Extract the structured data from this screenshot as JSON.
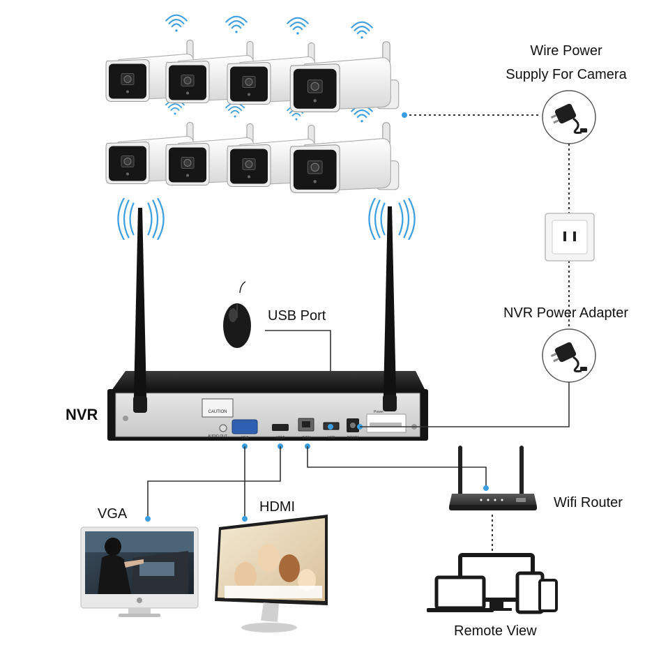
{
  "labels": {
    "wire_power_line1": "Wire Power",
    "wire_power_line2": "Supply For Camera",
    "usb_port": "USB Port",
    "nvr_power_adapter": "NVR Power Adapter",
    "nvr": "NVR",
    "wifi_router": "Wifi Router",
    "vga": "VGA",
    "hdmi": "HDMI",
    "remote_view": "Remote View"
  },
  "nvr_panel": {
    "caution": "CAUTION",
    "audio_out": "AUDIO OUT",
    "vga_port": "VGA",
    "hdmi_port": "HDMI",
    "wan_port": "WAN",
    "usb_port": "USB",
    "dc_port": "DC12V",
    "power": "Power"
  },
  "icons": [
    "camera-icon",
    "wifi-signal-icon",
    "power-adapter-icon",
    "wall-outlet-icon",
    "mouse-icon",
    "nvr-device-icon",
    "antenna-icon",
    "router-icon",
    "monitor-icon",
    "laptop-icon",
    "tablet-icon",
    "phone-icon"
  ],
  "colors": {
    "wifi_blue": "#3a9ee0",
    "connector_dot": "#3a9ee0",
    "line_dark": "#333333",
    "nvr_body": "#1c1c1c",
    "nvr_panel": "#d9d9d9"
  }
}
